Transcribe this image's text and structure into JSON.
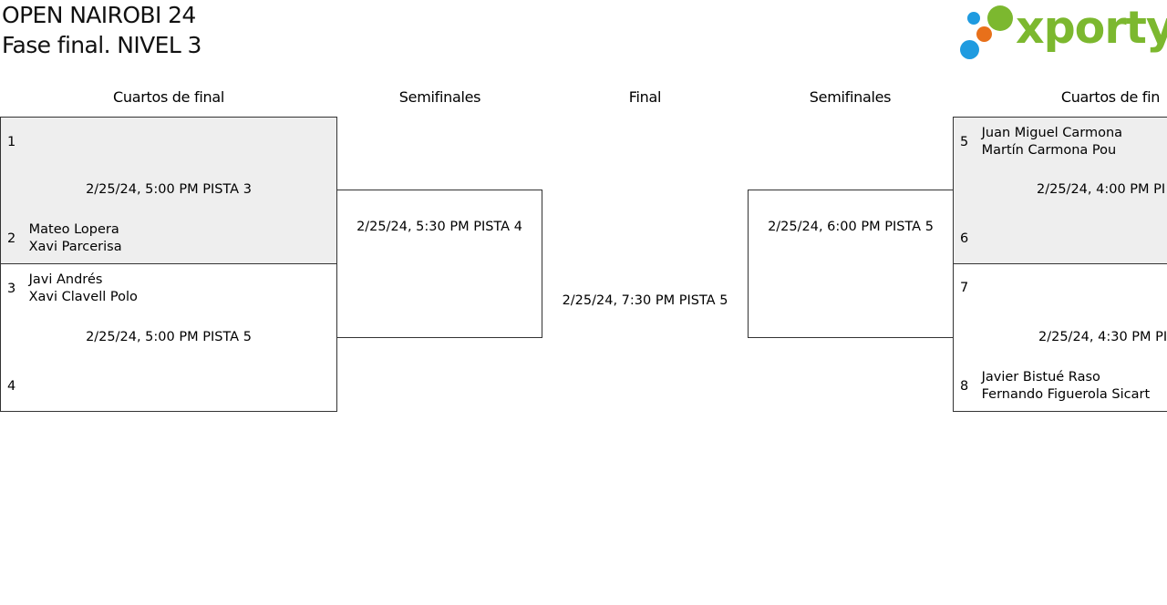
{
  "header": {
    "title": "OPEN NAIROBI 24",
    "subtitle": "Fase final. NIVEL 3"
  },
  "logo": {
    "text": "xporty",
    "colors": {
      "green": "#7cb82f",
      "blue": "#1f9be0",
      "orange": "#e8701a"
    }
  },
  "columns": {
    "left_quarters": "Cuartos de final",
    "left_semis": "Semifinales",
    "final": "Final",
    "right_semis": "Semifinales",
    "right_quarters": "Cuartos de fin"
  },
  "left_quarters": [
    {
      "top": {
        "seed": "1",
        "players": []
      },
      "time": "2/25/24, 5:00 PM PISTA 3",
      "bottom": {
        "seed": "2",
        "players": [
          "Mateo Lopera",
          "Xavi Parcerisa"
        ]
      }
    },
    {
      "top": {
        "seed": "3",
        "players": [
          "Javi Andrés",
          "Xavi Clavell Polo"
        ]
      },
      "time": "2/25/24, 5:00 PM PISTA 5",
      "bottom": {
        "seed": "4",
        "players": []
      }
    }
  ],
  "left_semi": {
    "time": "2/25/24, 5:30 PM PISTA 4"
  },
  "final": {
    "time": "2/25/24, 7:30 PM PISTA 5"
  },
  "right_semi": {
    "time": "2/25/24, 6:00 PM PISTA 5"
  },
  "right_quarters": [
    {
      "top": {
        "seed": "5",
        "players": [
          "Juan Miguel Carmona",
          "Martín Carmona Pou"
        ]
      },
      "time": "2/25/24, 4:00 PM PI",
      "bottom": {
        "seed": "6",
        "players": []
      }
    },
    {
      "top": {
        "seed": "7",
        "players": []
      },
      "time": "2/25/24, 4:30 PM PI",
      "bottom": {
        "seed": "8",
        "players": [
          "Javier Bistué Raso",
          "Fernando Figuerola Sicart"
        ]
      }
    }
  ]
}
